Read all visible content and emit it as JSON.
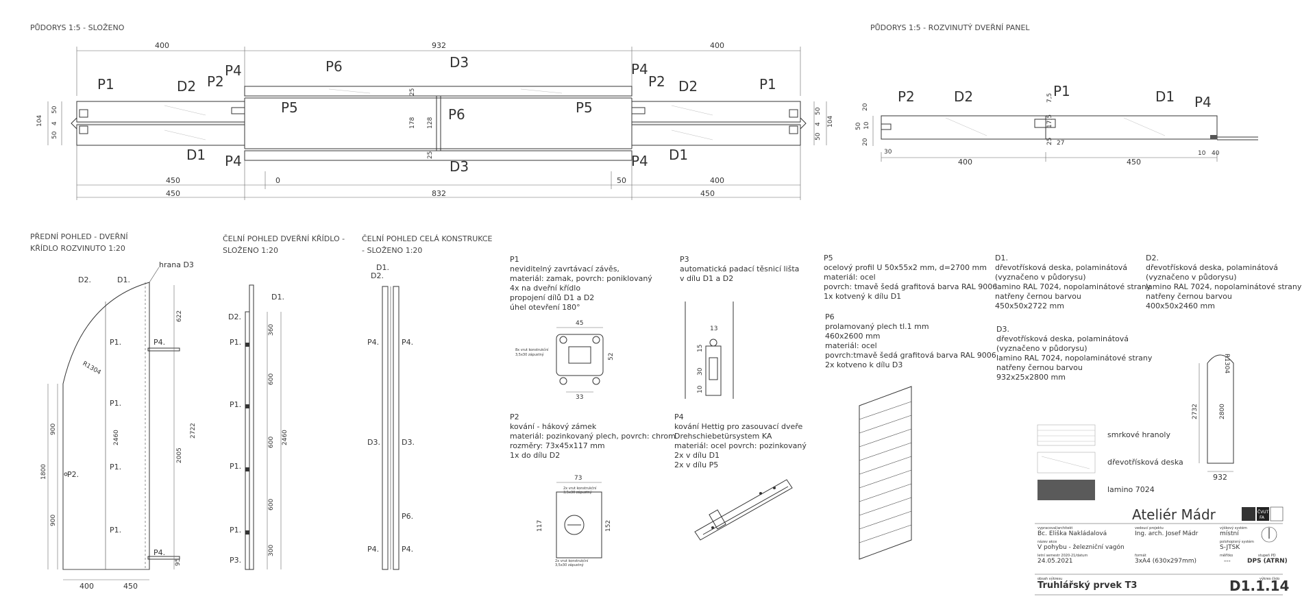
{
  "titles": {
    "plan_folded": "PŮDORYS 1:5 - SLOŽENO",
    "plan_unfolded": "PŮDORYS 1:5 - ROZVINUTÝ DVEŘNÍ PANEL",
    "front_view_1": "PŘEDNÍ POHLED - DVEŘNÍ",
    "front_view_2": "KŘÍDLO ROZVINUTO 1:20",
    "face_wing_1": "ČELNÍ POHLED DVEŘNÍ KŘÍDLO -",
    "face_wing_2": "SLOŽENO 1:20",
    "face_all_1": "ČELNÍ POHLED CELÁ KONSTRUKCE",
    "face_all_2": "- SLOŽENO 1:20"
  },
  "plan_folded": {
    "labels": {
      "p1": "P1",
      "p2": "P2",
      "p4": "P4",
      "p5": "P5",
      "p6": "P6",
      "d1": "D1",
      "d2": "D2",
      "d3": "D3"
    },
    "dims": {
      "top_left": "400",
      "top_mid": "932",
      "top_right": "400",
      "left_104": "104",
      "left_50a": "50",
      "left_4": "4",
      "left_50b": "50",
      "right_50a": "50",
      "right_4": "4",
      "right_104": "104",
      "right_50b": "50",
      "mid_25a": "25",
      "mid_178": "178",
      "mid_128": "128",
      "mid_25b": "25",
      "b1_450": "450",
      "b1_0": "0",
      "b1_50": "50",
      "b1_400": "400",
      "b2_450a": "450",
      "b2_832": "832",
      "b2_450b": "450"
    }
  },
  "plan_unfolded": {
    "labels": {
      "p2": "P2",
      "d2": "D2",
      "p1": "P1",
      "d1": "D1",
      "p4": "P4"
    },
    "dims": {
      "d20a": "20",
      "d50": "50",
      "d10": "10",
      "d20b": "20",
      "d30": "30",
      "d7_5": "7,5",
      "d17_5": "17,5",
      "d25": "25",
      "d27": "27",
      "d400": "400",
      "d450": "450",
      "d10b": "10",
      "d40": "40"
    }
  },
  "front_view": {
    "hrana": "hrana D3",
    "d2": "D2.",
    "d1": "D1.",
    "p1": "P1.",
    "p4": "P4.",
    "p2": "P2.",
    "r": "R1304",
    "dims": {
      "d622": "622",
      "d2722": "2722",
      "d2005": "2005",
      "d2460": "2460",
      "d900a": "900",
      "d1800": "1800",
      "d900b": "900",
      "d95": "95",
      "d400": "400",
      "d450": "450"
    }
  },
  "face_wing": {
    "d1": "D1.",
    "d2": "D2.",
    "p1": "P1.",
    "p3": "P3.",
    "dims": {
      "d360": "360",
      "d600a": "600",
      "d600b": "600",
      "d600c": "600",
      "d300": "300",
      "d2460": "2460"
    }
  },
  "face_all": {
    "d1": "D1.",
    "d2": "D2.",
    "p4": "P4.",
    "d3": "D3.",
    "p6": "P6."
  },
  "notes": {
    "p1": [
      "P1",
      "neviditelný zavrtávací závěs,",
      "materiál: zamak, povrch: poniklovaný",
      "4x na dveřní křídlo",
      "propojení dílů D1 a D2",
      "úhel otevření 180°"
    ],
    "p3": [
      "P3",
      "automatická padací těsnicí lišta",
      "v dílu D1 a D2"
    ],
    "p2": [
      "P2",
      "kování - hákový zámek",
      "materiál: pozinkovaný plech, povrch: chrom",
      "rozměry: 73x45x117 mm",
      "1x do dílu D2"
    ],
    "p4": [
      "P4",
      "kování Hettig pro zasouvací dveře",
      "Drehschiebetürsystem KA",
      "materiál: ocel povrch: pozinkovaný",
      "2x v dílu D1",
      "2x v dílu P5"
    ],
    "p5": [
      "P5",
      "ocelový profil U 50x55x2 mm, d=2700 mm",
      "materiál: ocel",
      "povrch: tmavě šedá grafitová barva RAL 9006",
      "1x kotvený k dílu D1"
    ],
    "p6": [
      "P6",
      "prolamovaný plech tl.1 mm",
      "460x2600 mm",
      "materiál: ocel",
      "povrch:tmavě šedá grafitová barva RAL 9006",
      "2x kotveno k dílu D3"
    ],
    "d1": [
      "D1.",
      "dřevotřísková deska, polaminátová",
      "(vyznačeno v půdorysu)",
      "lamino RAL 7024, nopolaminátové strany",
      "natřeny černou barvou",
      "450x50x2722 mm"
    ],
    "d2": [
      "D2.",
      "dřevotřísková deska, polaminátová",
      "(vyznačeno v půdorysu)",
      "lamino RAL 7024, nopolaminátové strany",
      "natřeny černou barvou",
      "400x50x2460 mm"
    ],
    "d3": [
      "D3.",
      "dřevotřísková deska, polaminátová",
      "(vyznačeno v půdorysu)",
      "lamino RAL 7024, nopolaminátové strany",
      "natřeny černou barvou",
      "932x25x2800 mm"
    ]
  },
  "detail_dims": {
    "p1_45": "45",
    "p1_52": "52",
    "p1_33": "33",
    "p1_small_1": "8x vrut konstrukční",
    "p1_small_2": "3,5x30 zápustný",
    "p3_13": "13",
    "p3_15": "15",
    "p3_30": "30",
    "p3_10": "10",
    "p2_73": "73",
    "p2_117": "117",
    "p2_152": "152",
    "p2_small_1": "2x vrut konstrukční",
    "p2_small_2": "3,5x30 zápustný",
    "p2_small_3": "2x vrut konstrukční",
    "p2_small_4": "3,5x30 zápustný",
    "d3_2732": "2732",
    "d3_2800": "2800",
    "d3_932": "932",
    "d3_r": "R1304"
  },
  "legend": {
    "items": [
      "smrkové hranoly",
      "dřevotřísková deska",
      "lamino 7024"
    ],
    "lamino_color": "#5a5a5a"
  },
  "title_block": {
    "studio": "Ateliér Mádr",
    "logo_1": "ČVUT",
    "logo_2": "FA",
    "author_label": "vypracoval/architekt",
    "author": "Bc. Eliška Nakládalová",
    "lead_label": "vedoucí projektu",
    "lead": "Ing. arch. Josef Mádr",
    "height_label": "výškový systém",
    "height": "místní",
    "task_label": "název akce",
    "task": "V pohybu - železniční vagón",
    "pos_label": "polohopisný systém",
    "pos": "S-JTSK",
    "semester_label": "letní semestr 2020-21/datum",
    "date": "24.05.2021",
    "format_label": "formát",
    "format": "3xA4 (630x297mm)",
    "scale_label": "měřítko",
    "scale": "---",
    "stage_label": "stupeň PD",
    "stage": "DPS (ATRN)",
    "content_label": "obsah výkresu",
    "content": "Truhlářský prvek T3",
    "drawing_no_label": "výkres číslo",
    "drawing_no": "D1.1.14"
  }
}
